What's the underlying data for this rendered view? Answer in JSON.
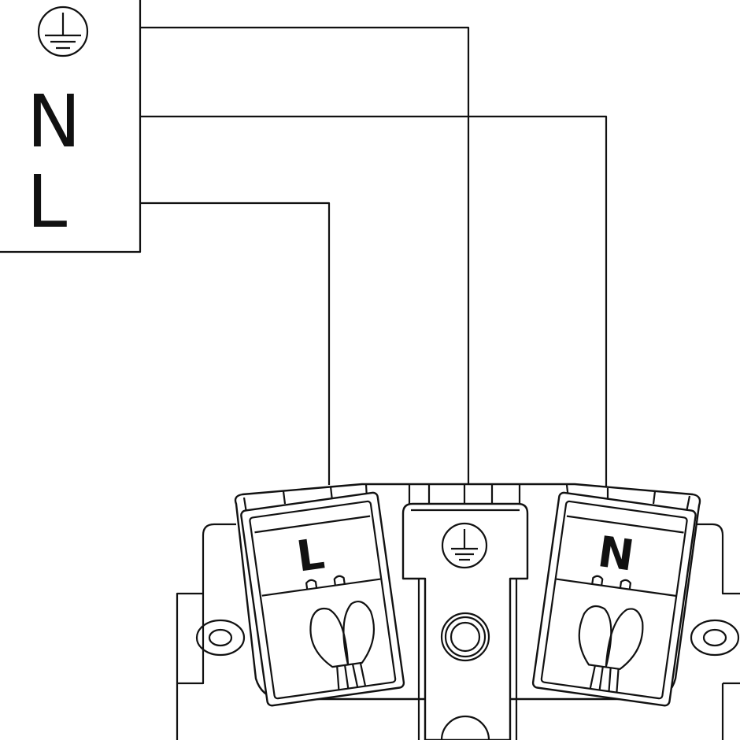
{
  "supply_box": {
    "earth_icon": "protective-earth-icon",
    "neutral_label": "N",
    "live_label": "L"
  },
  "terminal_block": {
    "live_label": "L",
    "earth_icon": "protective-earth-icon",
    "neutral_label": "N"
  },
  "colors": {
    "line": "#111111",
    "background": "#ffffff"
  }
}
